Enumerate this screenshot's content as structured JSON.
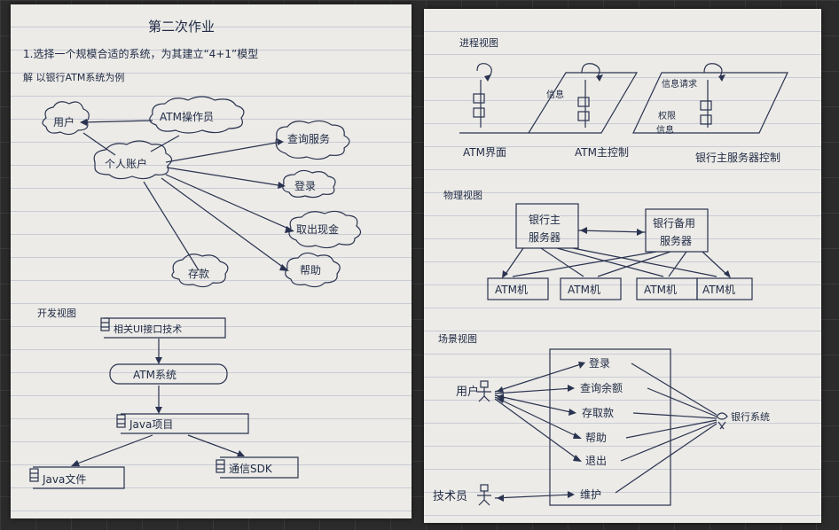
{
  "left_page": {
    "title": "第二次作业",
    "question": "1.选择一个规模合适的系统，为其建立“4+1”模型",
    "answer_intro": "解  以银行ATM系统为例",
    "use_case_view": {
      "nodes": {
        "user": "用户",
        "atm_ops": "ATM操作员",
        "personal_account": "个人账户",
        "query_service": "查询服务",
        "login": "登录",
        "withdraw": "取出现金",
        "deposit": "存款",
        "help": "帮助"
      }
    },
    "dev_view": {
      "heading": "开发视图",
      "ui_interface": "相关UI接口技术",
      "atm_system": "ATM系统",
      "java_project": "Java项目",
      "java_files": "Java文件",
      "comm_sdk": "通信SDK"
    }
  },
  "right_page": {
    "process_view": {
      "heading": "进程视图",
      "msg1": "信息",
      "msg2": "信息请求",
      "msg3": "权限",
      "msg4": "信息",
      "lane1": "ATM界面",
      "lane2": "ATM主控制",
      "lane3": "银行主服务器控制"
    },
    "physical_view": {
      "heading": "物理视图",
      "server_main_line1": "银行主",
      "server_main_line2": "服务器",
      "server_backup_line1": "银行备用",
      "server_backup_line2": "服务器",
      "atm_machines": [
        "ATM机",
        "ATM机",
        "ATM机",
        "ATM机"
      ]
    },
    "scenario_view": {
      "heading": "场景视图",
      "user_actor": "用户",
      "tech_actor": "技术员",
      "bank_system": "银行系统",
      "use_cases": [
        "登录",
        "查询余额",
        "存取款",
        "帮助",
        "退出",
        "维护"
      ]
    }
  }
}
